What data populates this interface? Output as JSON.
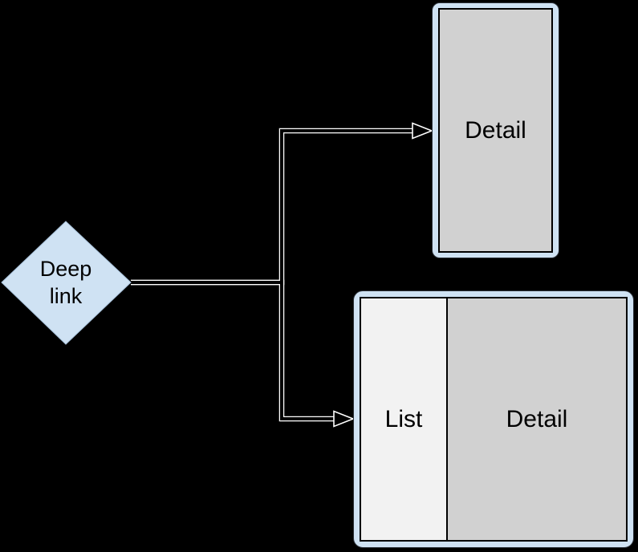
{
  "nodes": {
    "deep_link": {
      "label": "Deep link",
      "shape": "decision-diamond"
    },
    "phone_device": {
      "screen_label": "Detail"
    },
    "tablet_device": {
      "list_label": "List",
      "detail_label": "Detail"
    }
  },
  "connectors": [
    {
      "name": "deep-link-to-phone-detail",
      "from": "deep_link",
      "to": "phone_device",
      "style": "orthogonal, black core with white outline, hollow arrowhead"
    },
    {
      "name": "deep-link-to-tablet-list-detail",
      "from": "deep_link",
      "to": "tablet_device",
      "style": "orthogonal, black core with white outline, hollow arrowhead"
    }
  ],
  "colors": {
    "background": "#000000",
    "shape_fill_blue": "#cfe2f3",
    "screen_gray": "#d1d1d1",
    "list_pane_light": "#f2f2f2",
    "connector_outline": "#ffffff",
    "connector_core": "#000000",
    "text": "#000000"
  }
}
